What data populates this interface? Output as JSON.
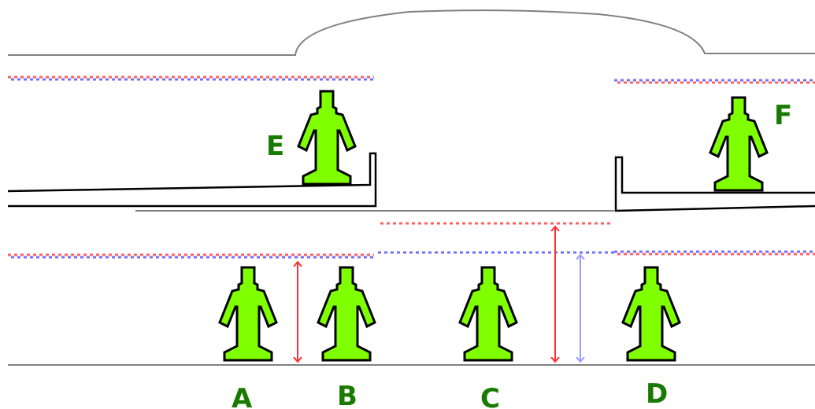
{
  "labels": {
    "A": "A",
    "B": "B",
    "C": "C",
    "D": "D",
    "E": "E",
    "F": "F"
  },
  "colors": {
    "background": "#ffffff",
    "figure_fill": "#80ff00",
    "figure_stroke": "#000000",
    "label": "#1a7a00",
    "line_red": "#ff3030",
    "line_blue": "#5a5aff",
    "dotted_red": "#ff6060",
    "dotted_blue": "#7070ff",
    "arrow_blue": "#9a9aff",
    "structure_black": "#000000",
    "structure_gray": "#808080"
  },
  "icons": {
    "figure": "standing-person-icon",
    "arrow": "double-headed-arrow"
  }
}
